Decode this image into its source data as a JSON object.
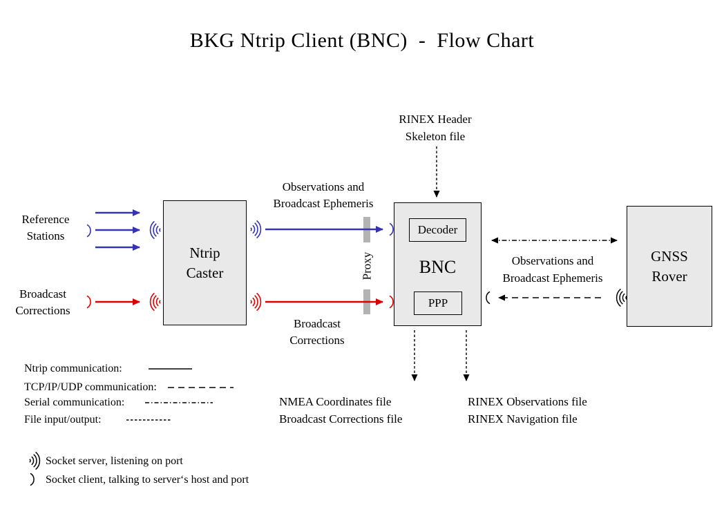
{
  "title": "BKG Ntrip Client (BNC)  -  Flow Chart",
  "nodes": {
    "ntrip_caster": {
      "line1": "Ntrip",
      "line2": "Caster"
    },
    "bnc": {
      "label": "BNC",
      "decoder": "Decoder",
      "ppp": "PPP"
    },
    "gnss_rover": {
      "line1": "GNSS",
      "line2": "Rover"
    },
    "proxy": {
      "label": "Proxy"
    }
  },
  "labels": {
    "reference_stations": {
      "line1": "Reference",
      "line2": "Stations"
    },
    "broadcast_corrections_input": {
      "line1": "Broadcast",
      "line2": "Corrections"
    },
    "observations_top": {
      "line1": "Observations and",
      "line2": "Broadcast Ephemeris"
    },
    "broadcast_corrections_mid": {
      "line1": "Broadcast",
      "line2": "Corrections"
    },
    "rinex_header": {
      "line1": "RINEX Header",
      "line2": "Skeleton file"
    },
    "observations_right": {
      "line1": "Observations and",
      "line2": "Broadcast Ephemeris"
    },
    "nmea_output": {
      "line1": "NMEA Coordinates file",
      "line2": "Broadcast Corrections file"
    },
    "rinex_output": {
      "line1": "RINEX Observations file",
      "line2": "RINEX Navigation file"
    }
  },
  "legend": {
    "ntrip": "Ntrip communication:",
    "tcp": "TCP/IP/UDP communication:",
    "serial": "Serial communication:",
    "file": "File input/output:",
    "socket_server": "Socket server, listening on port",
    "socket_client": "Socket client, talking to server‘s host and port"
  },
  "colors": {
    "blue": "#3333b3",
    "red": "#dd0000",
    "black": "#000000",
    "box_fill": "#e9e9e9",
    "proxy_gray": "#b3b3b3"
  }
}
